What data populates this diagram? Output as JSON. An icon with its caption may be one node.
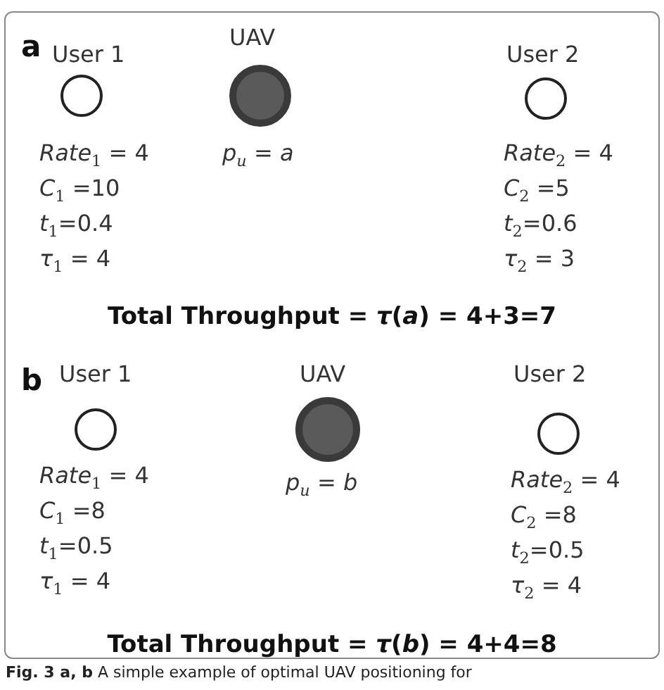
{
  "diagram": {
    "caption": "**Fig. 3 a, b** A simple example of optimal UAV positioning for",
    "nodes": [
      {
        "text": [
          "a",
          "Total Throughput = *τ*(*a*) = 4+3=7"
        ]
      },
      {
        "text": [
          "User 1"
        ],
        "in": 0,
        "beside": [
          "*Rate*$_{1}$ = 4",
          "*C*$_{1}$ =10",
          "*t*$_{1}$=0.4",
          "*τ*$_{1}$ = 4"
        ]
      },
      {
        "text": [
          "UAV"
        ],
        "in": 0,
        "beside": [
          "*p*$_{u}$ = *a*"
        ]
      },
      {
        "text": [
          "User 2"
        ],
        "in": 0,
        "beside": [
          "*Rate*$_{2}$ = 4",
          "*C*$_{2}$ =5",
          "*t*$_{2}$=0.6",
          "*τ*$_{2}$ = 3"
        ]
      },
      {
        "text": [
          "b",
          "Total Throughput = *τ*(*b*) = 4+4=8"
        ]
      },
      {
        "text": [
          "User 1"
        ],
        "in": 4,
        "beside": [
          "*Rate*$_{1}$ = 4",
          "*C*$_{1}$ =8",
          "*t*$_{1}$=0.5",
          "*τ*$_{1}$ = 4"
        ]
      },
      {
        "text": [
          "UAV"
        ],
        "in": 4,
        "beside": [
          "*p*$_{u}$ = *b*"
        ]
      },
      {
        "text": [
          "User 2"
        ],
        "in": 4,
        "beside": [
          "*Rate*$_{2}$ = 4",
          "*C*$_{2}$ =8",
          "*t*$_{2}$=0.5",
          "*τ*$_{2}$ = 4"
        ]
      }
    ]
  }
}
